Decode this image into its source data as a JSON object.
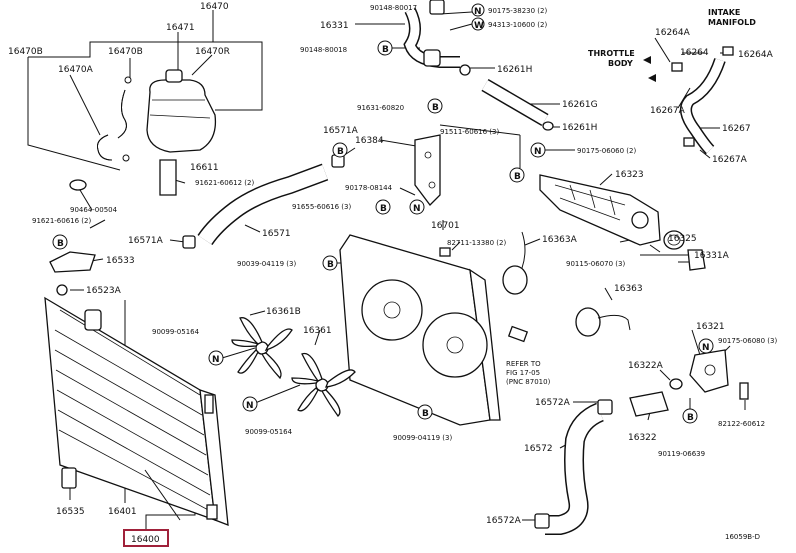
{
  "labels": {
    "l16470": "16470",
    "l16471": "16471",
    "l16470B": "16470B",
    "l16470B2": "16470B",
    "l16470A": "16470A",
    "l16470R": "16470R",
    "l16331": "16331",
    "l90148a": "90148-80017",
    "l90175a": "90175-38230 (2)",
    "l94313": "94313-10600 (2)",
    "l90148b": "90148-80018",
    "l16261H": "16261H",
    "l16261G": "16261G",
    "l16261H2": "16261H",
    "l16264A": "16264A",
    "l16264": "16264",
    "l16264A2": "16264A",
    "l16267A": "16267A",
    "l16267": "16267",
    "l16267A2": "16267A",
    "intake": "INTAKE\nMANIFOLD",
    "throttle": "THROTTLE\nBODY",
    "l91631": "91631-60820",
    "l16571A": "16571A",
    "l16384": "16384",
    "l91511": "91511-60616 (3)",
    "l90175b": "90175-06060 (2)",
    "l16611": "16611",
    "l91621": "91621-60612 (2)",
    "l90178": "90178-08144",
    "l16323": "16323",
    "l90464": "90464-00504",
    "l91655": "91655-60616 (3)",
    "l91621b": "91621-60616 (2)",
    "l16571": "16571",
    "l16701": "16701",
    "l16571A2": "16571A",
    "l82711": "82711-13380 (2)",
    "l16363A": "16363A",
    "l16325": "16325",
    "l16533": "16533",
    "l90039": "90039-04119 (3)",
    "l90115": "90115-06070 (3)",
    "l16331A": "16331A",
    "l16523A": "16523A",
    "l16361B": "16361B",
    "l16363": "16363",
    "l90099a": "90099-05164",
    "l16361": "16361",
    "l16321": "16321",
    "l90175c": "90175-06080 (3)",
    "refer": "REFER TO\nFIG 17-05\n(PNC 87010)",
    "l16322A": "16322A",
    "l16572A": "16572A",
    "l90099b": "90099-05164",
    "l90099c": "90099-04119 (3)",
    "l16322": "16322",
    "l82122": "82122-60612",
    "l90119": "90119-06639",
    "l16572": "16572",
    "l16535": "16535",
    "l16401": "16401",
    "l16572A2": "16572A",
    "l16400": "16400",
    "figno": "16059B-D"
  },
  "symbols": {
    "b": "B",
    "n": "N",
    "w": "W"
  },
  "colors": {
    "highlight": "#a0213a",
    "ink": "#111111"
  }
}
